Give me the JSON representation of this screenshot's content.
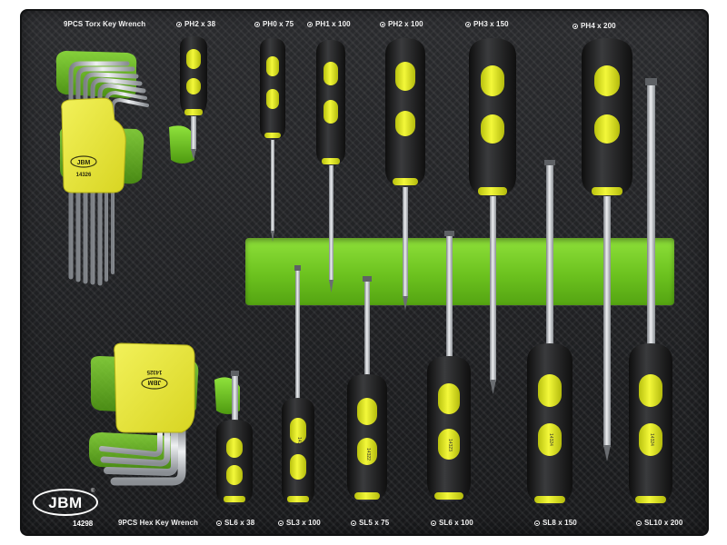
{
  "brand": {
    "logo_text": "JBM",
    "reg_mark": "®",
    "product_code": "14298"
  },
  "key_sets": [
    {
      "label": "9PCS Torx Key Wrench",
      "holder_brand": "JBM",
      "holder_code": "14326"
    },
    {
      "label": "9PCS Hex Key Wrench",
      "holder_brand": "JBM",
      "holder_code": "14325"
    }
  ],
  "screwdrivers_phillips": [
    {
      "label": "PH2 x 38",
      "handle_code": ""
    },
    {
      "label": "PH0 x 75",
      "handle_code": ""
    },
    {
      "label": "PH1 x 100",
      "handle_code": ""
    },
    {
      "label": "PH2 x 100",
      "handle_code": ""
    },
    {
      "label": "PH3 x 150",
      "handle_code": ""
    },
    {
      "label": "PH4 x 200",
      "handle_code": ""
    }
  ],
  "screwdrivers_slotted": [
    {
      "label": "SL6 x 38",
      "handle_code": ""
    },
    {
      "label": "SL3 x 100",
      "handle_code": "14320"
    },
    {
      "label": "SL5 x 75",
      "handle_code": "14322"
    },
    {
      "label": "SL6 x 100",
      "handle_code": "14323"
    },
    {
      "label": "SL8 x 150",
      "handle_code": "14324"
    },
    {
      "label": "SL10 x 200",
      "handle_code": "14324"
    }
  ],
  "colors": {
    "foam": "#1e1f21",
    "accent_green": "#6cc21f",
    "handle_yellow": "#e5ec1b",
    "handle_black": "#1c1c1c",
    "steel": "#c9ccd0"
  }
}
